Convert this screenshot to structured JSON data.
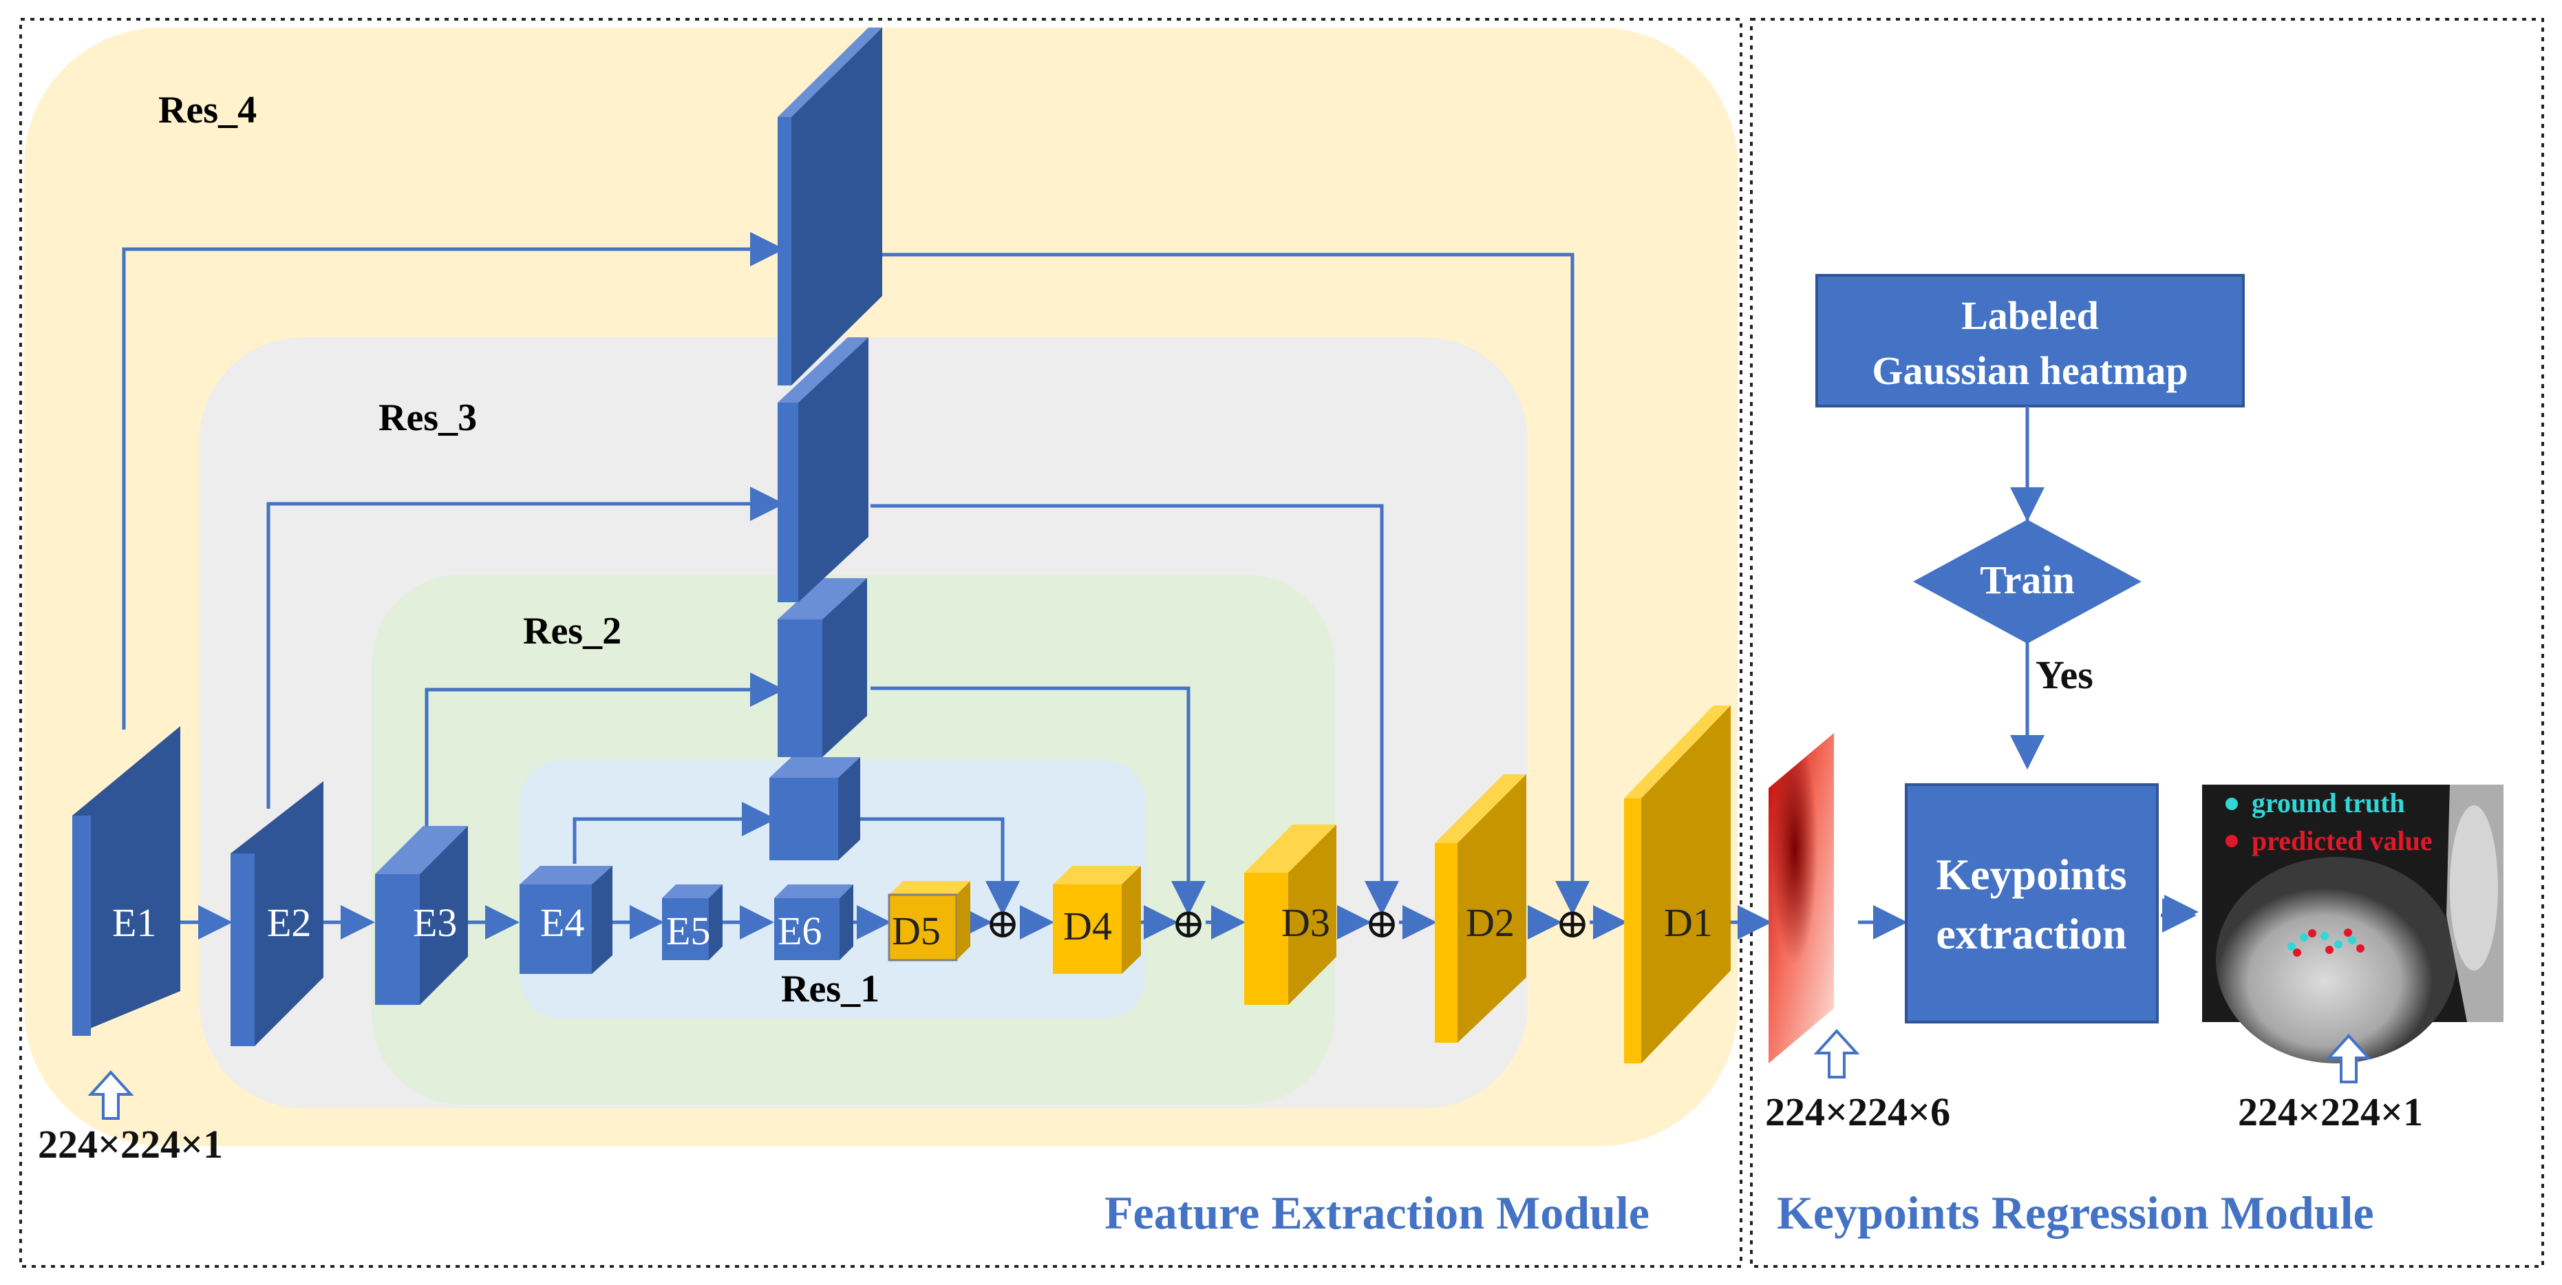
{
  "modules": {
    "feature_extraction": "Feature Extraction Module",
    "keypoints_regression": "Keypoints Regression Module"
  },
  "regions": {
    "res4": "Res_4",
    "res3": "Res_3",
    "res2": "Res_2",
    "res1": "Res_1"
  },
  "blocks": {
    "e1": "E1",
    "e2": "E2",
    "e3": "E3",
    "e4": "E4",
    "e5": "E5",
    "e6": "E6",
    "d5": "D5",
    "d4": "D4",
    "d3": "D3",
    "d2": "D2",
    "d1": "D1"
  },
  "sizes": {
    "input": "224×224×1",
    "heatmap": "224×224×6",
    "output": "224×224×1"
  },
  "flow": {
    "labeled_line1": "Labeled",
    "labeled_line2": "Gaussian heatmap",
    "train": "Train",
    "yes": "Yes",
    "keypoints_line1": "Keypoints",
    "keypoints_line2": "extraction"
  },
  "legend": {
    "ground_truth": "ground truth",
    "predicted": "predicted value"
  },
  "symbols": {
    "sum": "⊕"
  },
  "colors": {
    "blue_front": "#4472c4",
    "blue_side": "#2f5597",
    "blue_top": "#6a8fd6",
    "gold_front": "#ffc000",
    "gold_side": "#c69500",
    "gold_top": "#ffd54a",
    "arrow": "#4472c4",
    "module_title": "#4472c4",
    "res4_bg": "#fff2cc",
    "res3_bg": "#ededed",
    "res2_bg": "#e2efda",
    "res1_bg": "#ddebf7",
    "legend_gt": "#33d6d6",
    "legend_pred": "#e0192a"
  }
}
